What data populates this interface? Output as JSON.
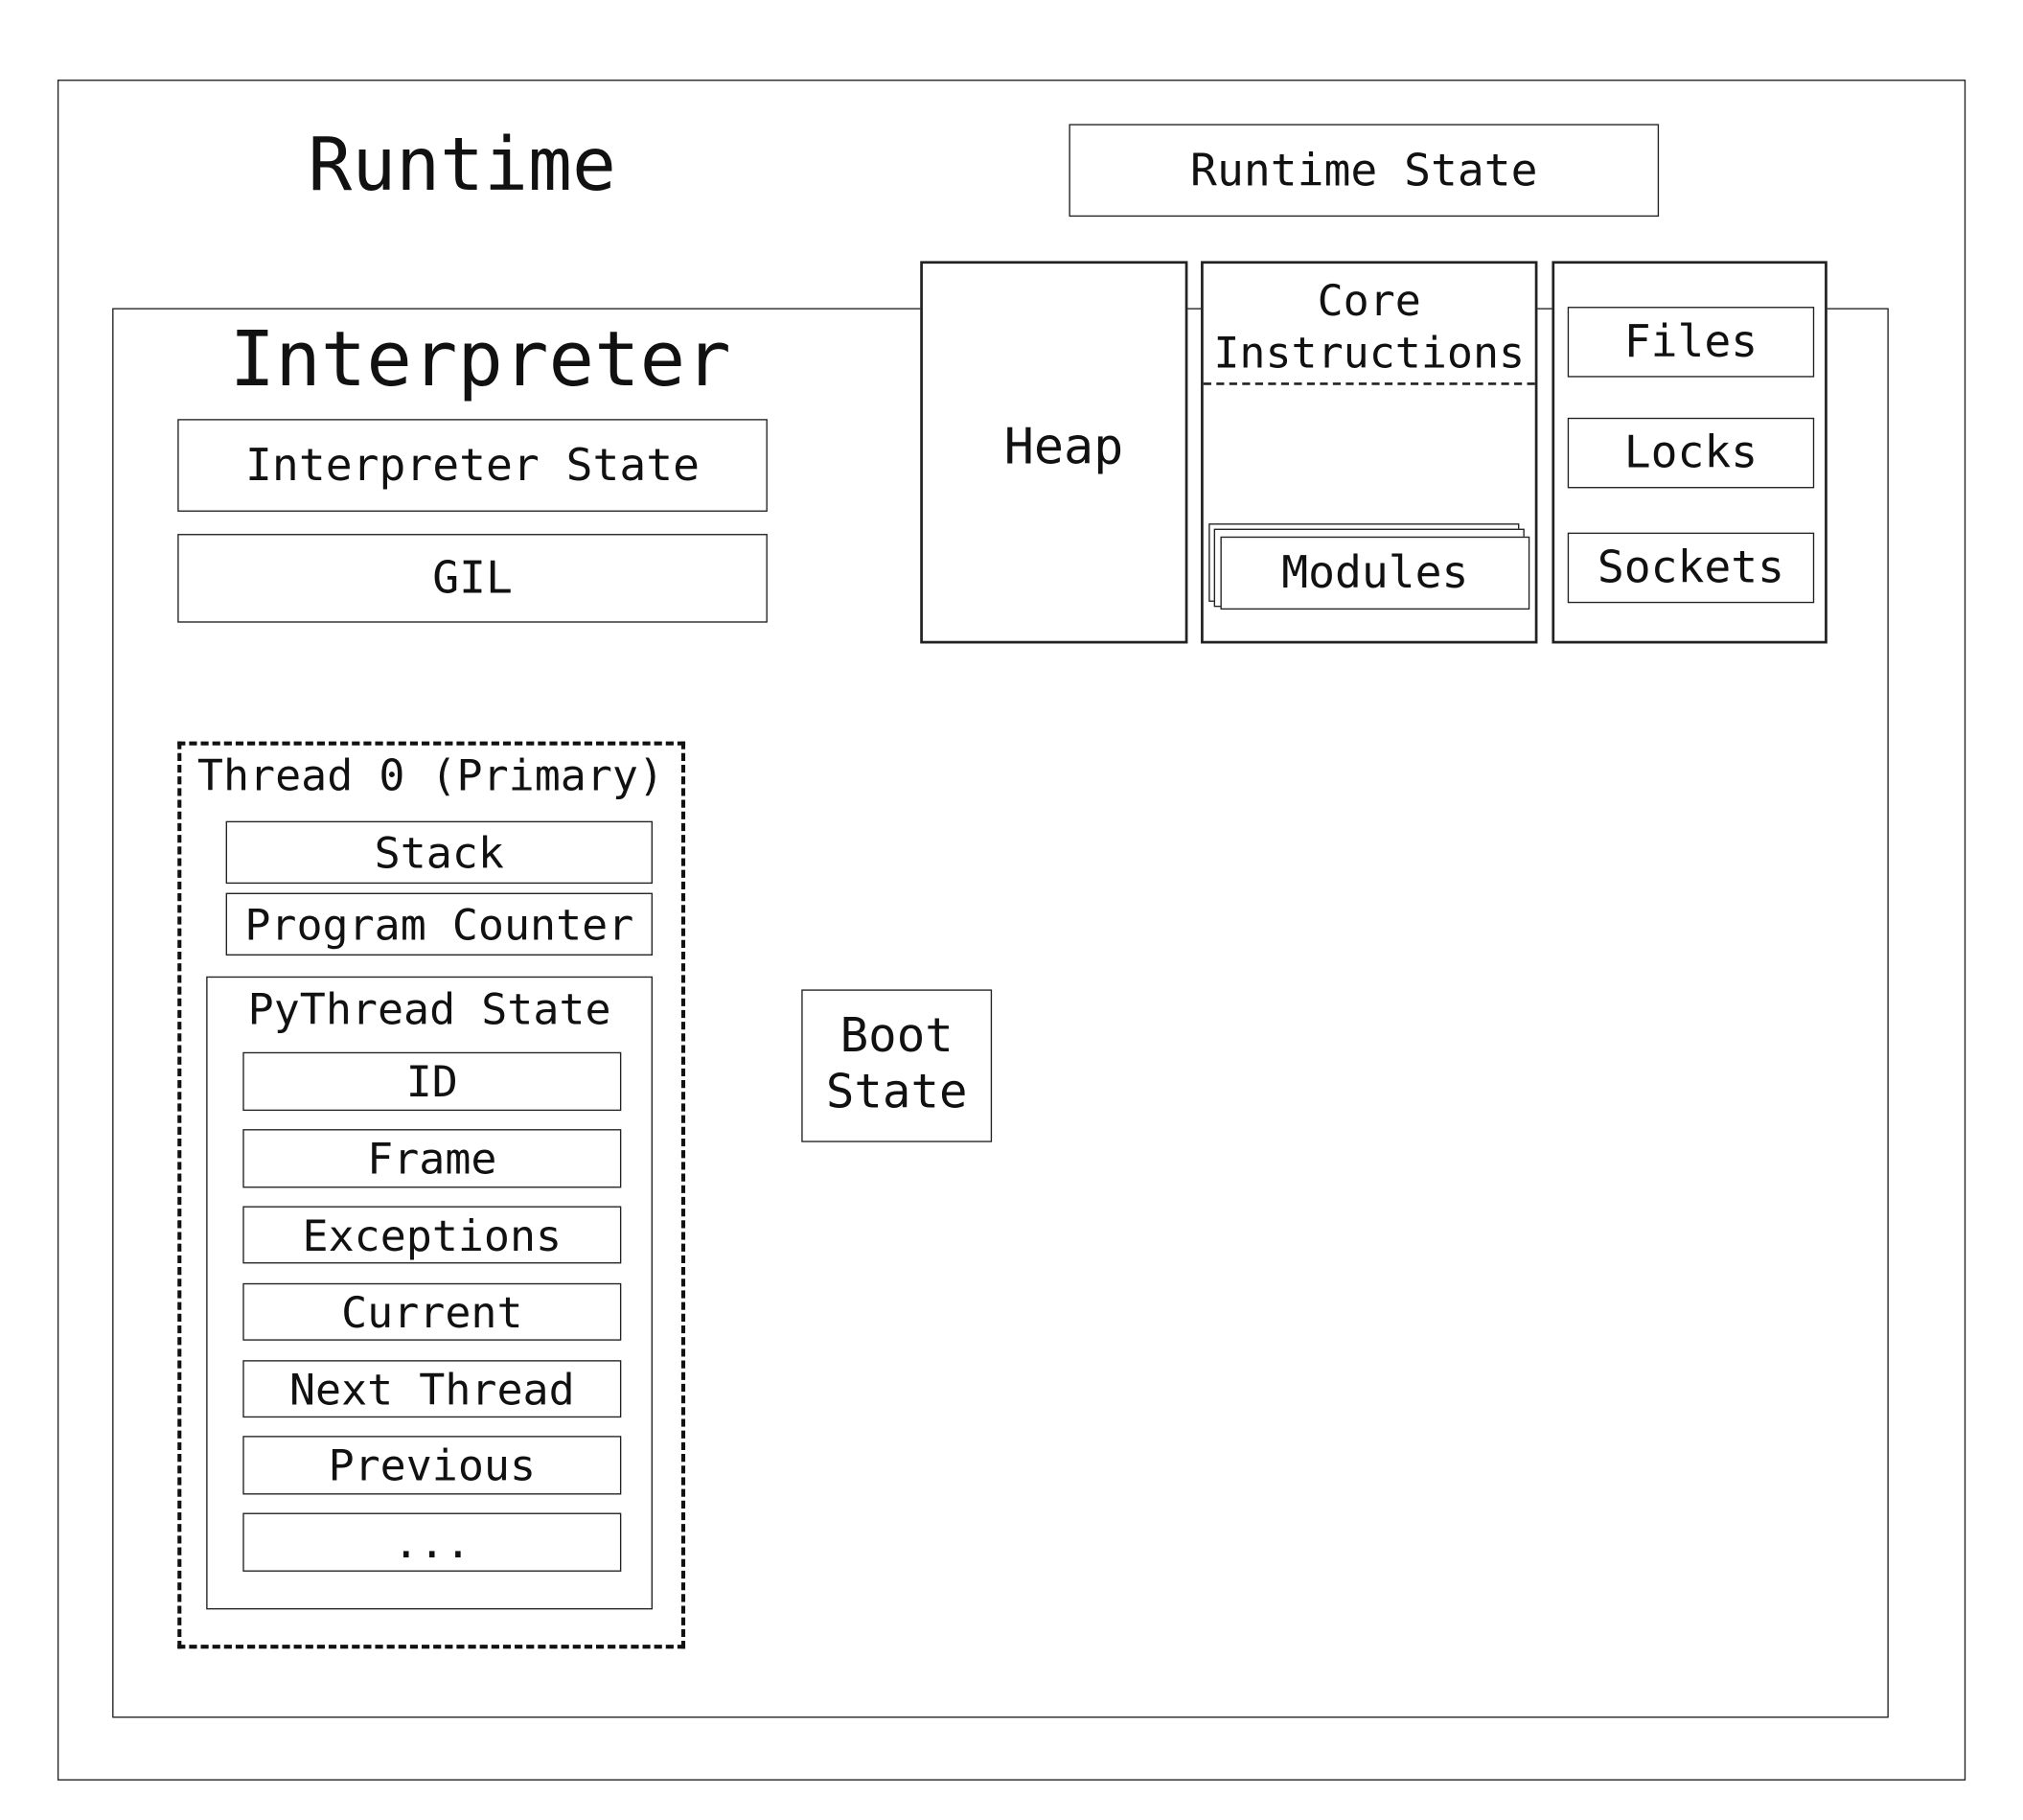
{
  "runtime": {
    "title": "Runtime",
    "state": "Runtime State"
  },
  "interpreter": {
    "title": "Interpreter",
    "state": "Interpreter State",
    "gil": "GIL"
  },
  "heap": {
    "label": "Heap",
    "core_line1": "Core",
    "core_line2": "Instructions",
    "modules": "Modules"
  },
  "resources": [
    "Files",
    "Locks",
    "Sockets"
  ],
  "thread": {
    "title": "Thread 0 (Primary)",
    "stack": "Stack",
    "program_counter": "Program Counter",
    "pythread_state": "PyThread State",
    "fields": [
      "ID",
      "Frame",
      "Exceptions",
      "Current",
      "Next Thread",
      "Previous",
      "..."
    ]
  },
  "boot_state": {
    "line1": "Boot",
    "line2": "State"
  }
}
